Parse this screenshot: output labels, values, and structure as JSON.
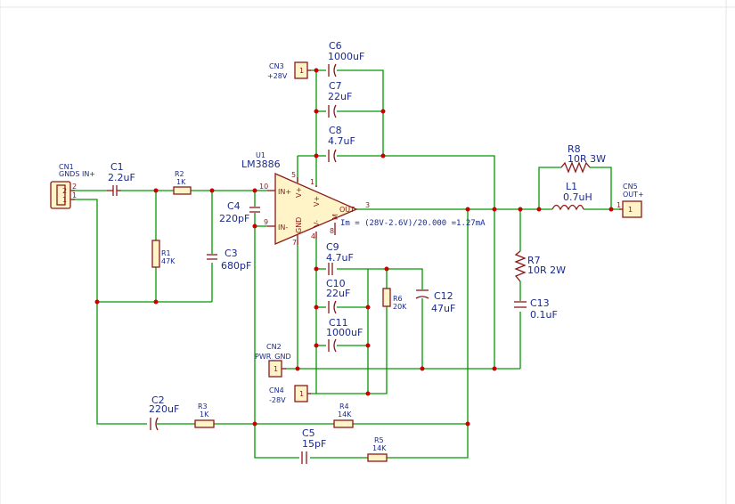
{
  "u1": {
    "ref": "U1",
    "value": "LM3886",
    "pins": {
      "p10": "10",
      "p9": "9",
      "p5": "5",
      "p1": "1",
      "p3": "3",
      "p7": "7",
      "p4": "4",
      "p8": "8"
    },
    "pin_names": {
      "in_plus": "IN+",
      "in_minus": "IN-",
      "vplus": "V+",
      "vplus2": "V+",
      "vminus": "V-",
      "gnd": "GND",
      "out": "OUT",
      "mute": "M"
    }
  },
  "cn1": {
    "ref": "CN1",
    "value": "GNDS IN+",
    "pin2": "2",
    "pin1": "1",
    "pin_a": "2",
    "pin_b": "1"
  },
  "cn2": {
    "ref": "CN2",
    "value": "PWR_GND",
    "pin": "1"
  },
  "cn3": {
    "ref": "CN3",
    "value": "+28V",
    "pin": "1"
  },
  "cn4": {
    "ref": "CN4",
    "value": "-28V",
    "pin": "1"
  },
  "cn5": {
    "ref": "CN5",
    "value": "OUT+",
    "pin": "1",
    "pin_out": "1"
  },
  "c1": {
    "ref": "C1",
    "value": "2.2uF"
  },
  "c2": {
    "ref": "C2",
    "value": "220uF"
  },
  "c3": {
    "ref": "C3",
    "value": "680pF"
  },
  "c4": {
    "ref": "C4",
    "value": "220pF"
  },
  "c5": {
    "ref": "C5",
    "value": "15pF"
  },
  "c6": {
    "ref": "C6",
    "value": "1000uF"
  },
  "c7": {
    "ref": "C7",
    "value": "22uF"
  },
  "c8": {
    "ref": "C8",
    "value": "4.7uF"
  },
  "c9": {
    "ref": "C9",
    "value": "4.7uF"
  },
  "c10": {
    "ref": "C10",
    "value": "22uF"
  },
  "c11": {
    "ref": "C11",
    "value": "1000uF"
  },
  "c12": {
    "ref": "C12",
    "value": "47uF"
  },
  "c13": {
    "ref": "C13",
    "value": "0.1uF"
  },
  "r1": {
    "ref": "R1",
    "value": "47K"
  },
  "r2": {
    "ref": "R2",
    "value": "1K"
  },
  "r3": {
    "ref": "R3",
    "value": "1K"
  },
  "r4": {
    "ref": "R4",
    "value": "14K"
  },
  "r5": {
    "ref": "R5",
    "value": "14K"
  },
  "r6": {
    "ref": "R6",
    "value": "20K"
  },
  "r7": {
    "ref": "R7",
    "value": "10R 2W"
  },
  "r8": {
    "ref": "R8",
    "value": "10R 3W"
  },
  "l1": {
    "ref": "L1",
    "value": "0.7uH"
  },
  "annotation": "Im = (28V-2.6V)/20.000 =1.27mA",
  "colors": {
    "wire": "#009900",
    "part": "#8a1a1a",
    "body_fill": "#fff3c8",
    "text": "#1a2a8c",
    "junction": "#c80000"
  }
}
